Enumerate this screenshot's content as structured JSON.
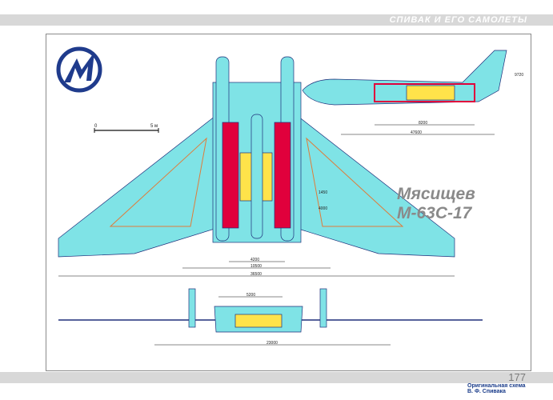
{
  "header": {
    "title": "СПИВАК И ЕГО САМОЛЕТЫ"
  },
  "page": {
    "number": "177"
  },
  "drawing": {
    "title": "Мясищев М-63С-17",
    "caption": "Оригинальная схема В. Ф. Спивака",
    "scale": {
      "start": "0",
      "end": "5 м"
    },
    "dimensions": {
      "top_span": "36500",
      "top_width": "10500",
      "top_inner": "4200",
      "side_length": "47600",
      "side_cargo": "8200",
      "side_height": "9720",
      "front_inner": "5200",
      "front_track": "23000",
      "root_1": "1450",
      "root_2": "4000"
    },
    "colors": {
      "fuselage": "#7fe3e6",
      "cargo": "#ffe34a",
      "bay": "#e0003c",
      "outline": "#1e2e7a"
    }
  }
}
